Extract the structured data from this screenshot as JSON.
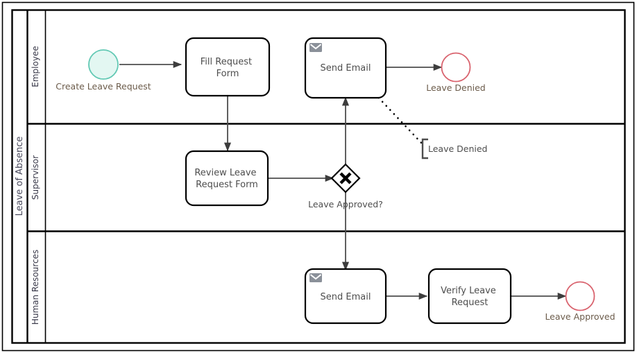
{
  "diagram": {
    "type": "bpmn-collaboration",
    "pool": {
      "name": "Leave of Absence",
      "lanes": [
        {
          "id": "employee",
          "name": "Employee"
        },
        {
          "id": "supervisor",
          "name": "Supervisor"
        },
        {
          "id": "hr",
          "name": "Human Resources"
        }
      ]
    },
    "nodes": [
      {
        "id": "start-create-leave-request",
        "type": "start-event",
        "lane": "employee",
        "label": "Create Leave Request",
        "fill": "#e3f7f2",
        "stroke": "#62c9b4"
      },
      {
        "id": "task-fill-request-form",
        "type": "task",
        "lane": "employee",
        "label": "Fill Request Form",
        "label_line1": "Fill Request",
        "label_line2": "Form",
        "marker": "none"
      },
      {
        "id": "task-send-email-employee",
        "type": "task",
        "lane": "employee",
        "label": "Send Email",
        "marker": "message",
        "marker_icon": "envelope-icon"
      },
      {
        "id": "end-leave-denied",
        "type": "end-event",
        "lane": "employee",
        "label": "Leave Denied",
        "fill": "#ffffff",
        "stroke": "#d9636e"
      },
      {
        "id": "task-review-leave-request-form",
        "type": "task",
        "lane": "supervisor",
        "label": "Review Leave Request Form",
        "label_line1": "Review Leave",
        "label_line2": "Request Form",
        "marker": "none"
      },
      {
        "id": "gateway-leave-approved",
        "type": "exclusive-gateway",
        "lane": "supervisor",
        "label": "Leave Approved?",
        "marker": "x-marker"
      },
      {
        "id": "task-send-email-hr",
        "type": "task",
        "lane": "hr",
        "label": "Send Email",
        "marker": "message",
        "marker_icon": "envelope-icon"
      },
      {
        "id": "task-verify-leave-request",
        "type": "task",
        "lane": "hr",
        "label": "Verify Leave Request",
        "label_line1": "Verify Leave",
        "label_line2": "Request",
        "marker": "none"
      },
      {
        "id": "end-leave-approved",
        "type": "end-event",
        "lane": "hr",
        "label": "Leave Approved",
        "fill": "#ffffff",
        "stroke": "#d9636e"
      }
    ],
    "annotations": [
      {
        "id": "annotation-leave-denied",
        "type": "text-annotation",
        "label": "Leave Denied",
        "attached_to": "task-send-email-employee",
        "connector": "dotted"
      }
    ],
    "flows": [
      {
        "id": "flow-start-to-fill",
        "from": "start-create-leave-request",
        "to": "task-fill-request-form",
        "label": ""
      },
      {
        "id": "flow-fill-to-review",
        "from": "task-fill-request-form",
        "to": "task-review-leave-request-form",
        "label": ""
      },
      {
        "id": "flow-review-to-gateway",
        "from": "task-review-leave-request-form",
        "to": "gateway-leave-approved",
        "label": ""
      },
      {
        "id": "flow-gateway-to-send-email-employee",
        "from": "gateway-leave-approved",
        "to": "task-send-email-employee",
        "label": ""
      },
      {
        "id": "flow-gateway-to-send-email-hr",
        "from": "gateway-leave-approved",
        "to": "task-send-email-hr",
        "label": ""
      },
      {
        "id": "flow-send-email-employee-to-denied",
        "from": "task-send-email-employee",
        "to": "end-leave-denied",
        "label": ""
      },
      {
        "id": "flow-send-email-hr-to-verify",
        "from": "task-send-email-hr",
        "to": "task-verify-leave-request",
        "label": ""
      },
      {
        "id": "flow-verify-to-approved",
        "from": "task-verify-leave-request",
        "to": "end-leave-approved",
        "label": ""
      }
    ],
    "colors": {
      "frame_border": "#000000",
      "pool_border": "#000000",
      "lane_border": "#000000",
      "flow_stroke": "#4d4d4d",
      "task_border": "#000000",
      "task_fill": "#ffffff",
      "start_event_fill": "#e3f7f2",
      "start_event_stroke": "#62c9b4",
      "end_event_stroke": "#d9636e",
      "message_marker": "#8a9099",
      "annotation_bracket": "#4d4d4d"
    }
  }
}
